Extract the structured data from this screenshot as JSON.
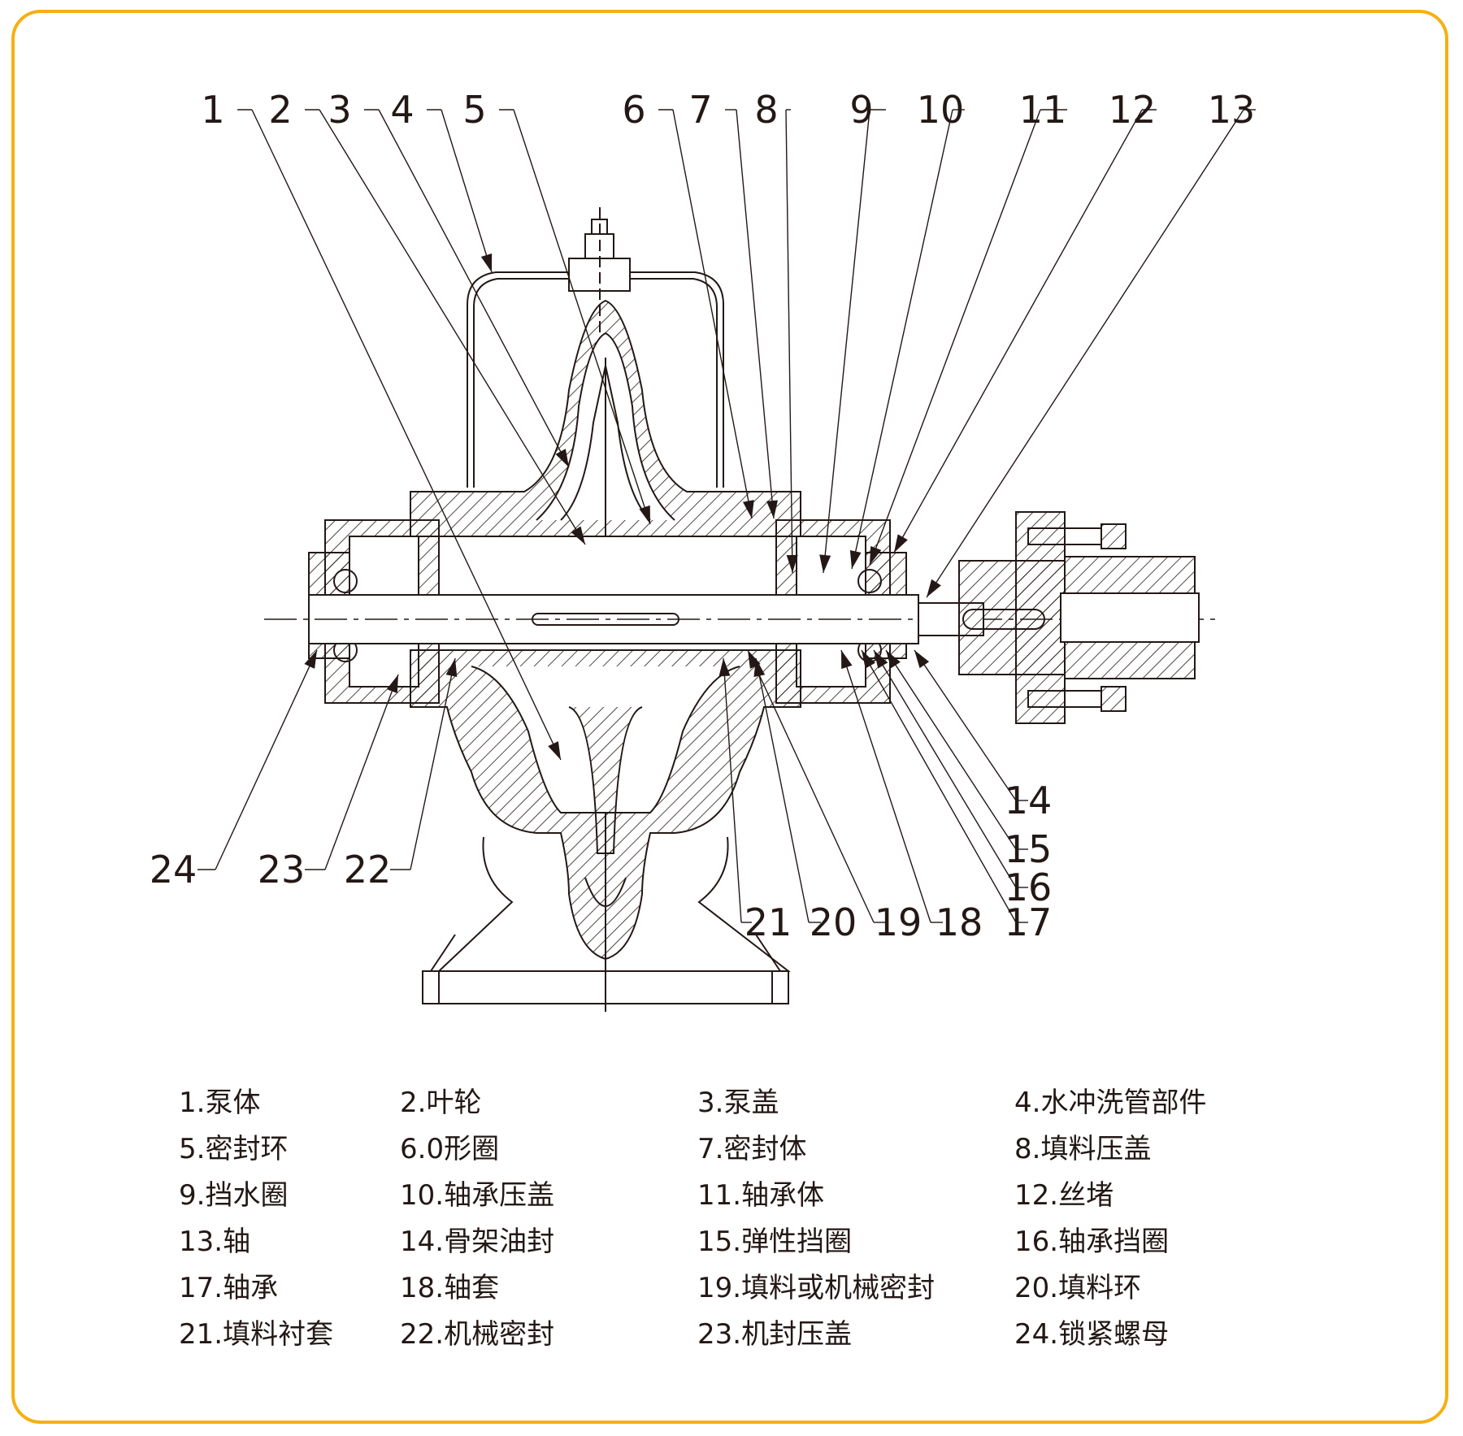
{
  "colors": {
    "frame": "#f5b013",
    "ink": "#231815"
  },
  "callouts": [
    {
      "id": 1,
      "text": "1"
    },
    {
      "id": 2,
      "text": "2"
    },
    {
      "id": 3,
      "text": "3"
    },
    {
      "id": 4,
      "text": "4"
    },
    {
      "id": 5,
      "text": "5"
    },
    {
      "id": 6,
      "text": "6"
    },
    {
      "id": 7,
      "text": "7"
    },
    {
      "id": 8,
      "text": "8"
    },
    {
      "id": 9,
      "text": "9"
    },
    {
      "id": 10,
      "text": "10"
    },
    {
      "id": 11,
      "text": "11"
    },
    {
      "id": 12,
      "text": "12"
    },
    {
      "id": 13,
      "text": "13"
    },
    {
      "id": 14,
      "text": "14"
    },
    {
      "id": 15,
      "text": "15"
    },
    {
      "id": 16,
      "text": "16"
    },
    {
      "id": 17,
      "text": "17"
    },
    {
      "id": 18,
      "text": "18"
    },
    {
      "id": 19,
      "text": "19"
    },
    {
      "id": 20,
      "text": "20"
    },
    {
      "id": 21,
      "text": "21"
    },
    {
      "id": 22,
      "text": "22"
    },
    {
      "id": 23,
      "text": "23"
    },
    {
      "id": 24,
      "text": "24"
    }
  ],
  "legend": [
    [
      "1.泵体",
      "2.叶轮",
      "3.泵盖",
      "4.水冲洗管部件"
    ],
    [
      "5.密封环",
      "6.0形圈",
      "7.密封体",
      "8.填料压盖"
    ],
    [
      "9.挡水圈",
      "10.轴承压盖",
      "11.轴承体",
      "12.丝堵"
    ],
    [
      "13.轴",
      "14.骨架油封",
      "15.弹性挡圈",
      "16.轴承挡圈"
    ],
    [
      "17.轴承",
      "18.轴套",
      "19.填料或机械密封",
      "20.填料环"
    ],
    [
      "21.填料衬套",
      "22.机械密封",
      "23.机封压盖",
      "24.锁紧螺母"
    ]
  ]
}
